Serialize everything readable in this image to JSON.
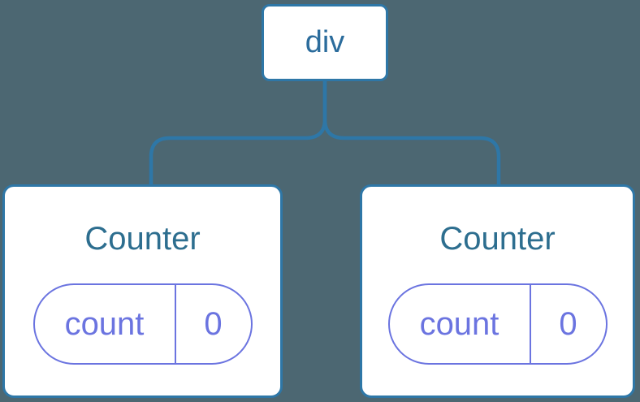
{
  "diagram": {
    "description": "component-tree",
    "background_color": "#4C6772",
    "colors": {
      "node_border_blue": "#2E77A7",
      "node_text_blue": "#2B6C9C",
      "component_title_text": "#2D6E8F",
      "state_accent_purple": "#6B74E0",
      "card_background": "#FFFFFF"
    },
    "root": {
      "label": "div"
    },
    "children": [
      {
        "title": "Counter",
        "state": {
          "key": "count",
          "value": "0"
        }
      },
      {
        "title": "Counter",
        "state": {
          "key": "count",
          "value": "0"
        }
      }
    ]
  }
}
